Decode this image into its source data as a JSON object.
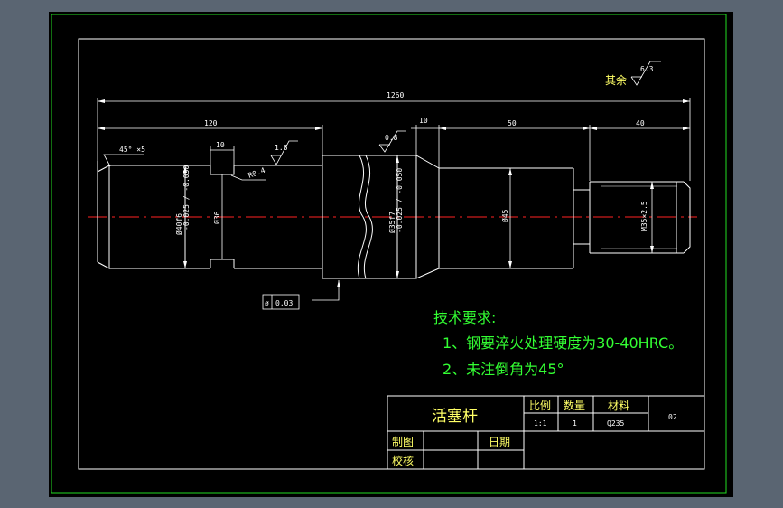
{
  "drawing": {
    "surface_finish_rest": "其余",
    "roughness_rest": "6.3",
    "dimensions": {
      "overall_length": "1260",
      "left_section": "120",
      "groove_width": "10",
      "step_width": "10",
      "middle_section": "50",
      "right_section": "40",
      "chamfer": "45° ×5",
      "groove_radius": "R0.4",
      "dia_left": "Ø40f6",
      "dia_left_tol": "-0.025 / -0.050",
      "dia_groove": "Ø36",
      "dia_mid": "Ø35f7",
      "dia_mid_tol": "-0.025 / -0.050",
      "dia_right": "Ø45",
      "thread": "M35×2.5"
    },
    "roughness_1": "1.6",
    "roughness_2": "0.8",
    "geometric_tolerance": {
      "symbol": "ø",
      "value": "0.03"
    },
    "colors": {
      "background": "#000000",
      "frame": "#22dd22",
      "outline": "#ffffff",
      "centerline": "#ff2222",
      "dimension": "#ffffff",
      "note_text": "#33ff33"
    }
  },
  "notes": {
    "title": "技术要求:",
    "item1": "1、钢要淬火处理硬度为30-40HRC。",
    "item2": "2、未注倒角为45°"
  },
  "title_block": {
    "part_name": "活塞杆",
    "scale_label": "比例",
    "scale_value": "1:1",
    "qty_label": "数量",
    "qty_value": "1",
    "material_label": "材料",
    "material_value": "Q235",
    "drawing_no": "02",
    "drawn_by_label": "制图",
    "date_label": "日期",
    "checked_by_label": "校核"
  }
}
